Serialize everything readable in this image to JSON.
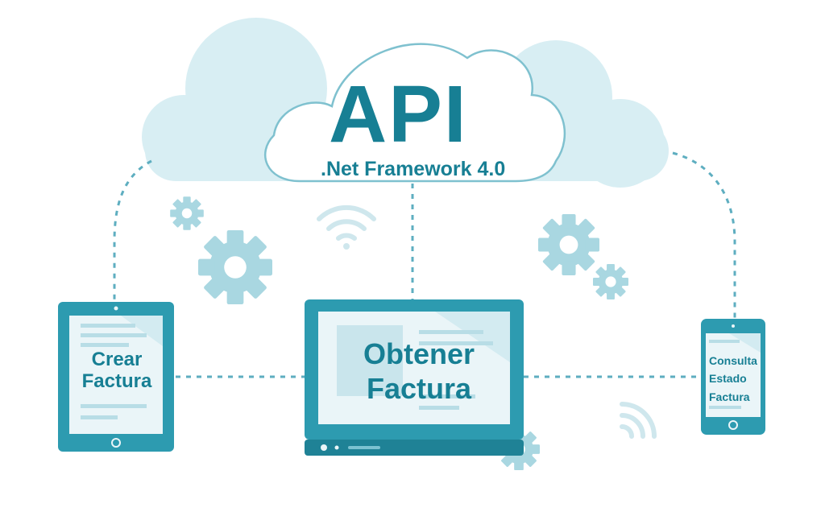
{
  "api": {
    "title": "API",
    "subtitle": ".Net Framework 4.0"
  },
  "devices": {
    "tablet": {
      "label_line1": "Crear",
      "label_line2": "Factura"
    },
    "laptop": {
      "label_line1": "Obtener",
      "label_line2": "Factura"
    },
    "phone": {
      "label_line1": "Consulta",
      "label_line2": "Estado",
      "label_line3": "Factura"
    }
  },
  "icons": [
    "cloud-icon",
    "gear-icon",
    "wifi-icon",
    "tablet-icon",
    "laptop-icon",
    "phone-icon"
  ],
  "colors": {
    "primary": "#177f94",
    "device_frame": "#2d9bb0",
    "cloud_light": "#d8eef3",
    "accent_light": "#a9d7e1"
  }
}
